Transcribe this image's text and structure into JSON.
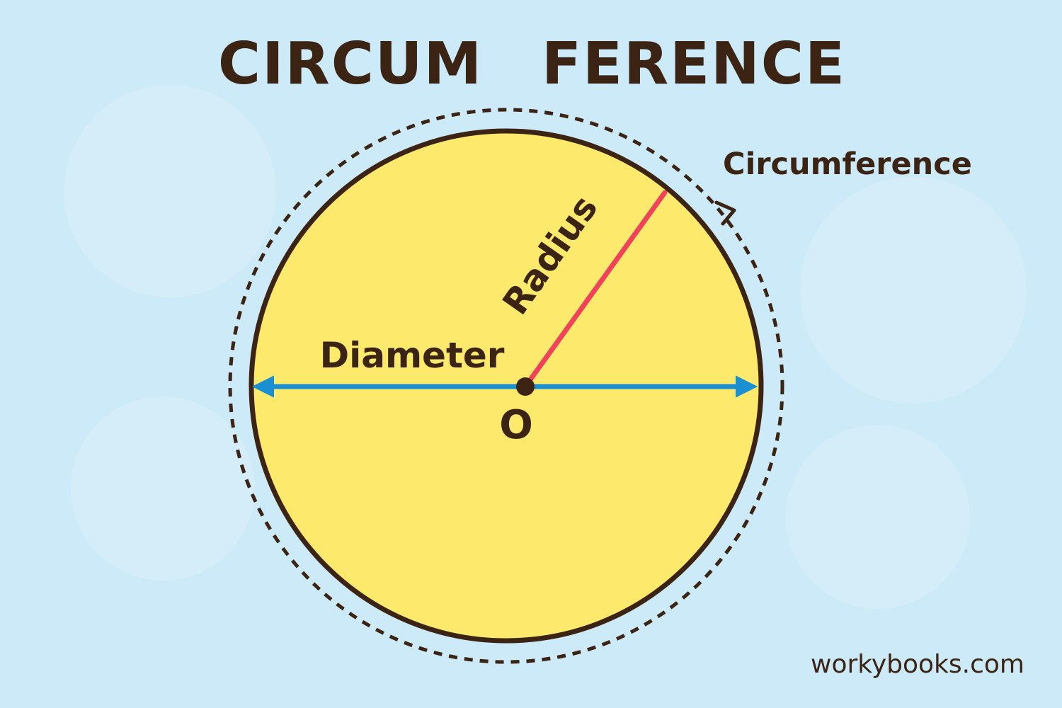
{
  "title": {
    "part1": "CIRCUM",
    "part2": "FERENCE"
  },
  "labels": {
    "circumference": "Circumference",
    "radius": "Radius",
    "diameter": "Diameter",
    "center": "O"
  },
  "footer": {
    "site": "workybooks.com"
  },
  "colors": {
    "background": "#cdeaf8",
    "circle_fill": "#fde96b",
    "outline": "#3b2414",
    "radius": "#f0425a",
    "diameter": "#1a8fd1",
    "text": "#3b2414"
  }
}
